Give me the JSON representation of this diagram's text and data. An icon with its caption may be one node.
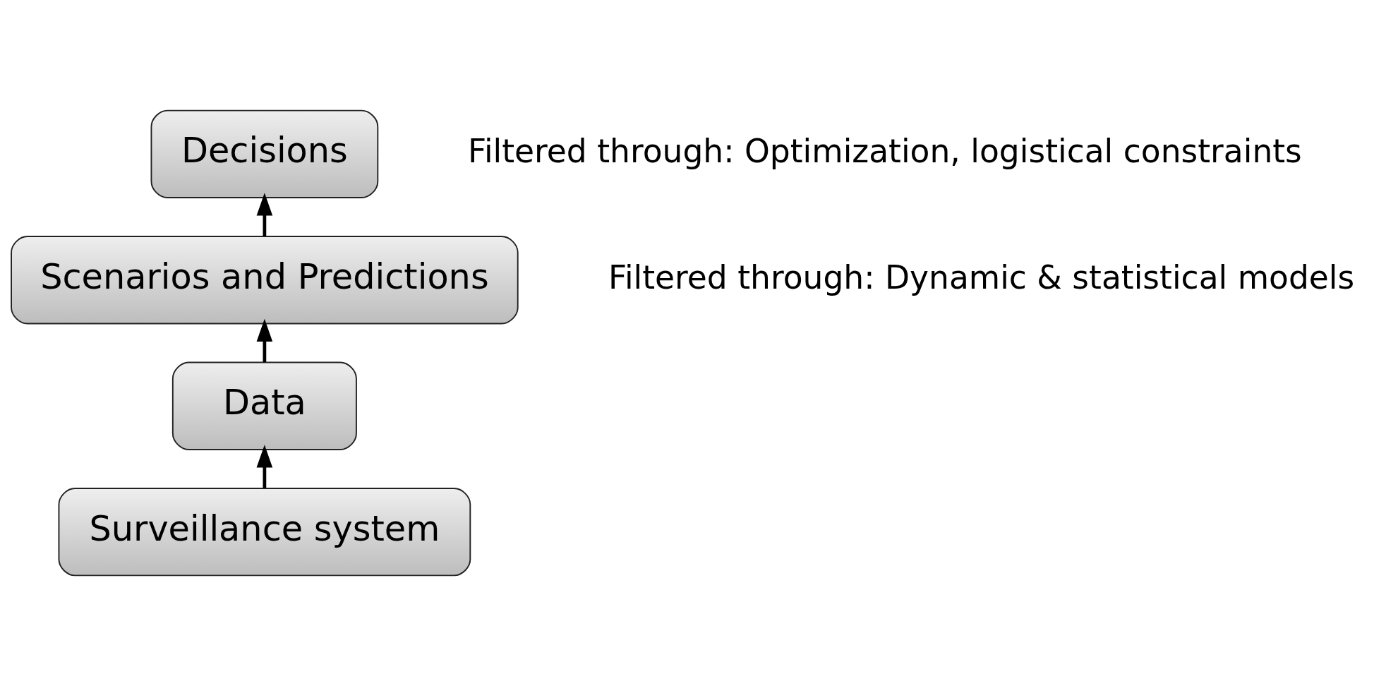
{
  "diagram": {
    "nodes": [
      {
        "text": [
          "Decisions"
        ],
        "beside": [
          "Filtered through: Optimization, logistical constraints"
        ]
      },
      {
        "text": [
          "Scenarios and Predictions"
        ],
        "beside": [
          "Filtered through: Dynamic & statistical models"
        ]
      },
      {
        "text": [
          "Data"
        ]
      },
      {
        "text": [
          "Surveillance system"
        ]
      }
    ],
    "edges": [
      {
        "from": 3,
        "to": 2,
        "arrow": "to"
      },
      {
        "from": 2,
        "to": 1,
        "arrow": "to"
      },
      {
        "from": 1,
        "to": 0,
        "arrow": "to"
      }
    ]
  }
}
